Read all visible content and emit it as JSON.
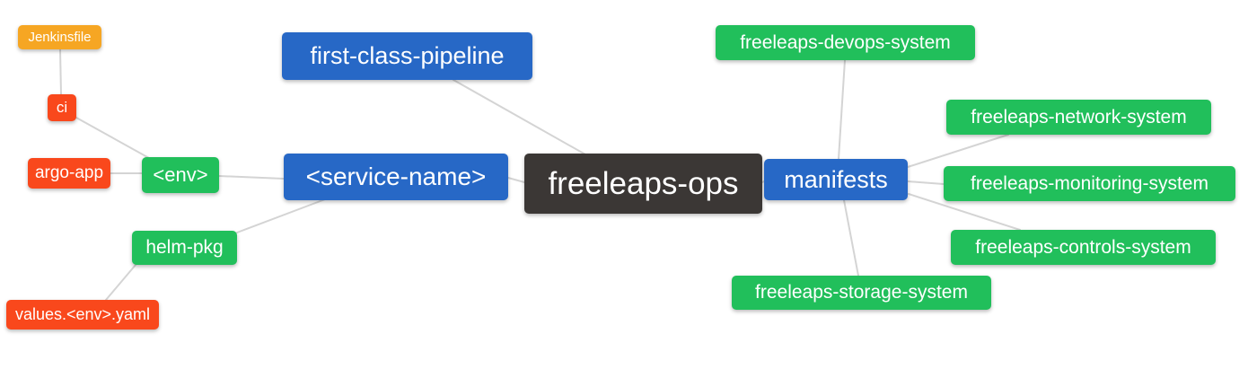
{
  "diagram_type": "mindmap",
  "palette": {
    "root_dark": "#3b3735",
    "branch_blue": "#2768c6",
    "leaf_green": "#21bf5b",
    "leaf_red": "#f9481c",
    "leaf_orange": "#f6a623",
    "edge_gray": "#d4d4d4",
    "text": "#ffffff",
    "background": "#ffffff"
  },
  "nodes": {
    "root": {
      "label": "freeleaps-ops"
    },
    "first_class_pipeline": {
      "label": "first-class-pipeline"
    },
    "service_name": {
      "label": "<service-name>"
    },
    "env": {
      "label": "<env>"
    },
    "ci": {
      "label": "ci"
    },
    "jenkinsfile": {
      "label": "Jenkinsfile"
    },
    "argo_app": {
      "label": "argo-app"
    },
    "helm_pkg": {
      "label": "helm-pkg"
    },
    "values_env_yaml": {
      "label": "values.<env>.yaml"
    },
    "manifests": {
      "label": "manifests"
    },
    "devops_system": {
      "label": "freeleaps-devops-system"
    },
    "network_system": {
      "label": "freeleaps-network-system"
    },
    "monitoring_system": {
      "label": "freeleaps-monitoring-system"
    },
    "controls_system": {
      "label": "freeleaps-controls-system"
    },
    "storage_system": {
      "label": "freeleaps-storage-system"
    }
  },
  "edges": [
    {
      "from": "jenkinsfile",
      "to": "ci"
    },
    {
      "from": "ci",
      "to": "env"
    },
    {
      "from": "argo_app",
      "to": "env"
    },
    {
      "from": "env",
      "to": "service_name"
    },
    {
      "from": "helm_pkg",
      "to": "service_name"
    },
    {
      "from": "values_env_yaml",
      "to": "helm_pkg"
    },
    {
      "from": "service_name",
      "to": "root"
    },
    {
      "from": "first_class_pipeline",
      "to": "root"
    },
    {
      "from": "root",
      "to": "manifests"
    },
    {
      "from": "manifests",
      "to": "devops_system"
    },
    {
      "from": "manifests",
      "to": "network_system"
    },
    {
      "from": "manifests",
      "to": "monitoring_system"
    },
    {
      "from": "manifests",
      "to": "controls_system"
    },
    {
      "from": "manifests",
      "to": "storage_system"
    }
  ]
}
